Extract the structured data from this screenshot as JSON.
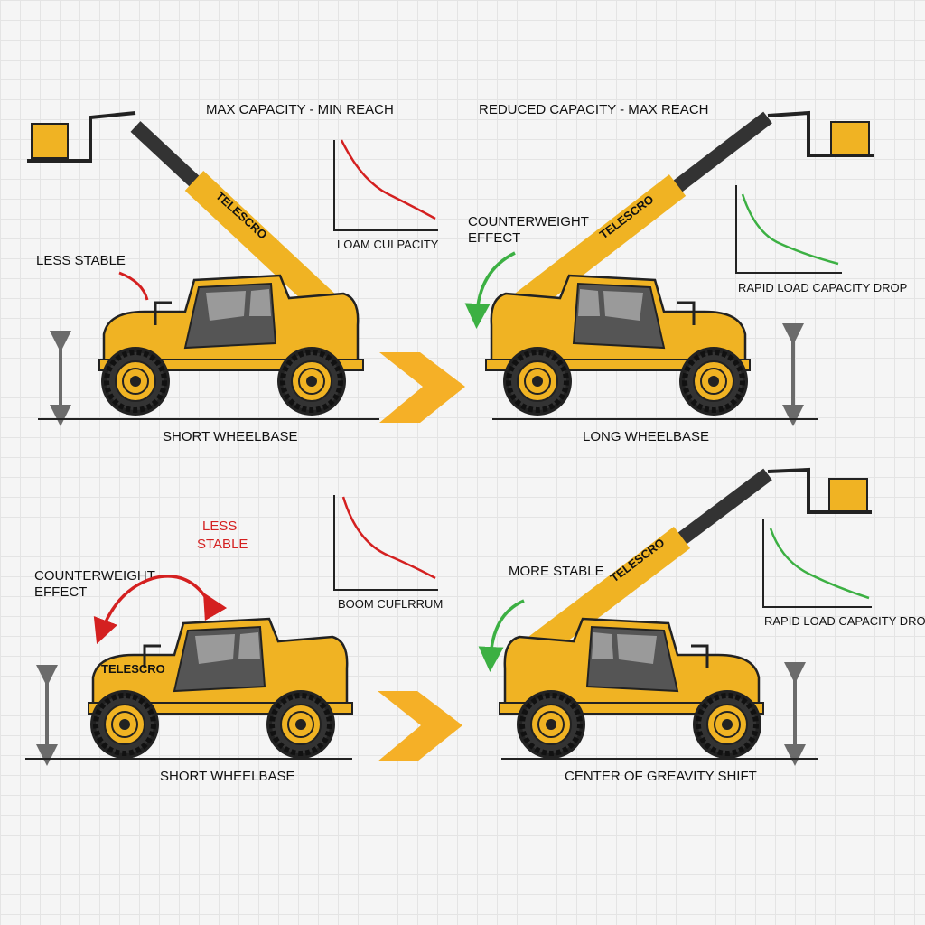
{
  "panels": {
    "top_left": {
      "title": "MAX CAPACITY - MIN REACH",
      "stability": "LESS STABLE",
      "chart_label": "LOAM CULPACITY",
      "ground_label": "SHORT WHEELBASE",
      "brand": "TELESCRO"
    },
    "top_right": {
      "title": "REDUCED CAPACITY - MAX REACH",
      "effect_line1": "COUNTERWEIGHT",
      "effect_line2": "EFFECT",
      "chart_label": "RAPID LOAD CAPACITY DROP",
      "ground_label": "LONG WHEELBASE",
      "brand": "TELESCRO"
    },
    "bottom_left": {
      "stability_line1": "LESS",
      "stability_line2": "STABLE",
      "effect_line1": "COUNTERWEIGHT",
      "effect_line2": "EFFECT",
      "chart_label": "BOOM CUFLRRUM",
      "ground_label": "SHORT WHEELBASE",
      "brand": "TELESCRO"
    },
    "bottom_right": {
      "stability": "MORE STABLE",
      "chart_label": "RAPID LOAD CAPACITY DROP",
      "ground_label": "CENTER OF GREAVITY SHIFT",
      "brand": "TELESCRO"
    }
  },
  "colors": {
    "machine": "#f0b323",
    "warning": "#d42020",
    "stable": "#3cb043",
    "arrow": "#f5b027",
    "dimension": "#6b6b6b"
  }
}
